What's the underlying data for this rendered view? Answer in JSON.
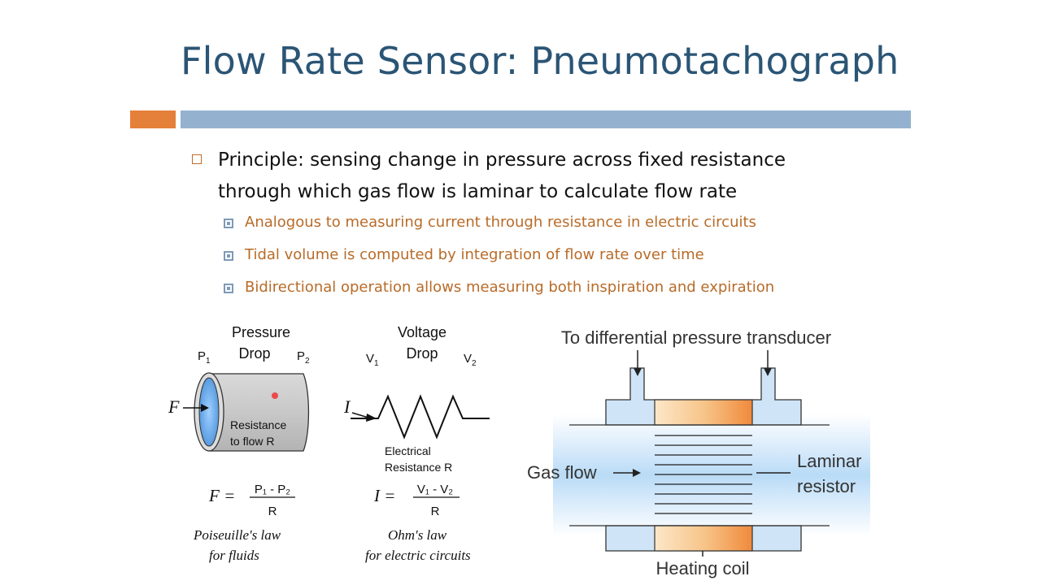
{
  "title": "Flow Rate Sensor: Pneumotachograph",
  "main_bullet": {
    "line1": "Principle: sensing change in pressure across fixed resistance",
    "line2": "through which gas flow is laminar to calculate flow rate"
  },
  "sub_bullets": [
    "Analogous to measuring current through resistance in electric circuits",
    "Tidal volume is computed by integration of flow rate over time",
    "Bidirectional operation allows measuring both inspiration and expiration"
  ],
  "left_figure": {
    "pressure_drop_1": "Pressure",
    "pressure_drop_2": "Drop",
    "p1": "P",
    "p1_sub": "1",
    "p2": "P",
    "p2_sub": "2",
    "flow_symbol": "F",
    "resistance_1": "Resistance",
    "resistance_2": "to flow R",
    "formula_lhs": "F =",
    "formula_num": "P₁ - P₂",
    "formula_den": "R",
    "law_1": "Poiseuille's law",
    "law_2": "for fluids"
  },
  "middle_figure": {
    "voltage_drop_1": "Voltage",
    "voltage_drop_2": "Drop",
    "v1": "V",
    "v1_sub": "1",
    "v2": "V",
    "v2_sub": "2",
    "current_symbol": "I",
    "elec_1": "Electrical",
    "elec_2": "Resistance R",
    "formula_lhs": "I =",
    "formula_num": "V₁ - V₂",
    "formula_den": "R",
    "law_1": "Ohm's law",
    "law_2": "for electric circuits"
  },
  "right_figure": {
    "transducer_label": "To differential pressure transducer",
    "gas_flow": "Gas flow",
    "laminar_1": "Laminar",
    "laminar_2": "resistor",
    "heating_coil": "Heating coil"
  },
  "colors": {
    "title": "#2b5575",
    "accent_orange": "#e5803a",
    "accent_blue": "#94b2d0",
    "sub_text": "#b86b28"
  }
}
